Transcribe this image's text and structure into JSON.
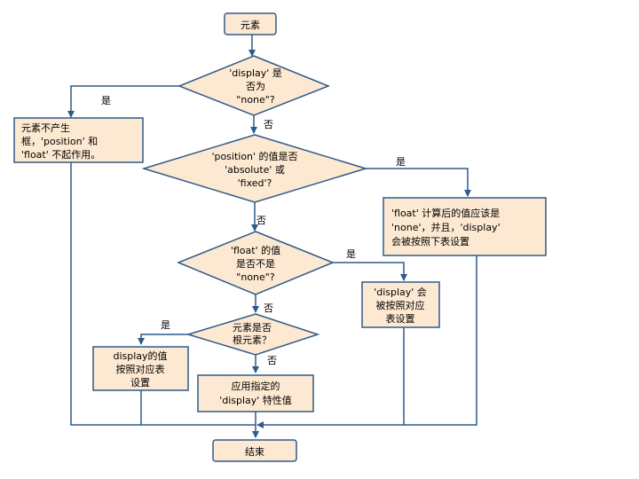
{
  "colors": {
    "fill": "#fde9d1",
    "stroke": "#2f5a8a",
    "text": "#000000"
  },
  "nodes": {
    "start": [
      "元素"
    ],
    "d_display": [
      "'display' 是",
      "否为",
      "\"none\"?"
    ],
    "d_position": [
      "'position' 的值是否",
      "'absolute' 或",
      "'fixed'?"
    ],
    "d_float": [
      "'float' 的值",
      "是否不是",
      "\"none\"?"
    ],
    "d_root": [
      "元素是否",
      "根元素？"
    ],
    "p_nobox": [
      "元素不产生",
      "框，'position' 和",
      "'float' 不起作用。"
    ],
    "p_float_none": [
      "'float' 计算后的值应该是",
      "'none'，并且，'display'",
      "会被按照下表设置"
    ],
    "p_display_table1": [
      "'display' 会",
      "被按照对应",
      "表设置"
    ],
    "p_display_table2": [
      "display的值",
      "按照对应表",
      "设置"
    ],
    "p_apply": [
      "应用指定的",
      "'display' 特性值"
    ],
    "end": [
      "结束"
    ]
  },
  "edges": {
    "yes1": "是",
    "no1": "否",
    "yes2": "是",
    "no2": "否",
    "yes3": "是",
    "no3": "否",
    "yes4": "是",
    "no4": "否"
  }
}
